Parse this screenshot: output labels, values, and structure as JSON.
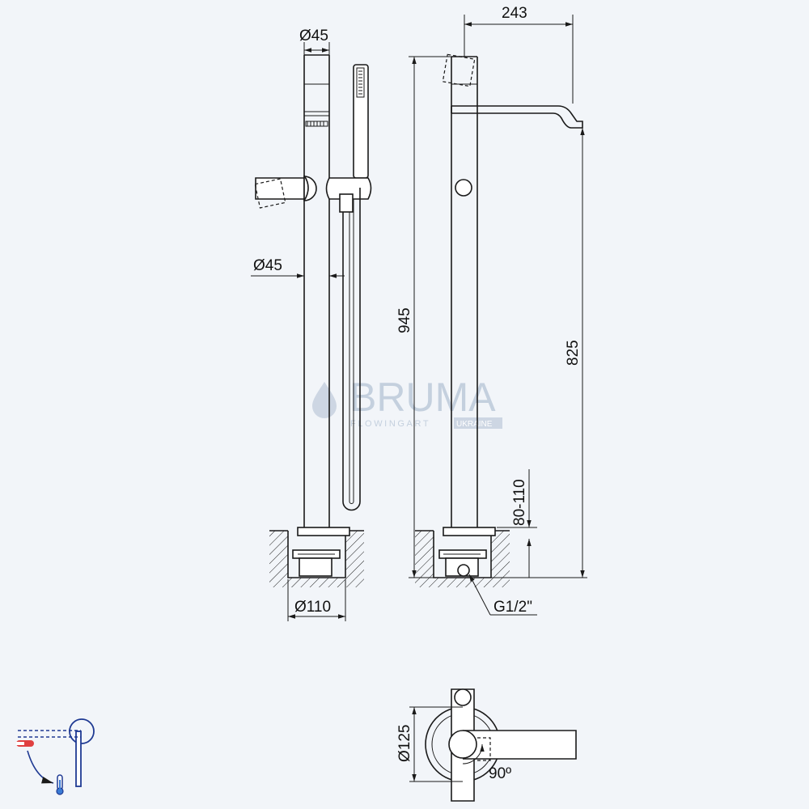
{
  "dimensions": {
    "spout_reach": "243",
    "top_diameter": "Ø45",
    "body_diameter": "Ø45",
    "total_height": "945",
    "spout_height": "825",
    "install_depth": "80-110",
    "base_diameter": "Ø110",
    "connection": "G1/2\"",
    "plan_diameter": "Ø125",
    "handle_angle": "90º"
  },
  "watermark": {
    "brand": "BRUMA",
    "tagline": "FLOWINGART",
    "region": "UKRAINE"
  },
  "colors": {
    "background": "#f2f5f9",
    "line": "#1a1a1a",
    "watermark": "#9fb2c8",
    "hot": "#e04040",
    "cold": "#3a7bd5",
    "icon_stroke": "#1f3a93"
  },
  "icons": [
    "mixer-temperature-icon",
    "thermometer-icon"
  ]
}
